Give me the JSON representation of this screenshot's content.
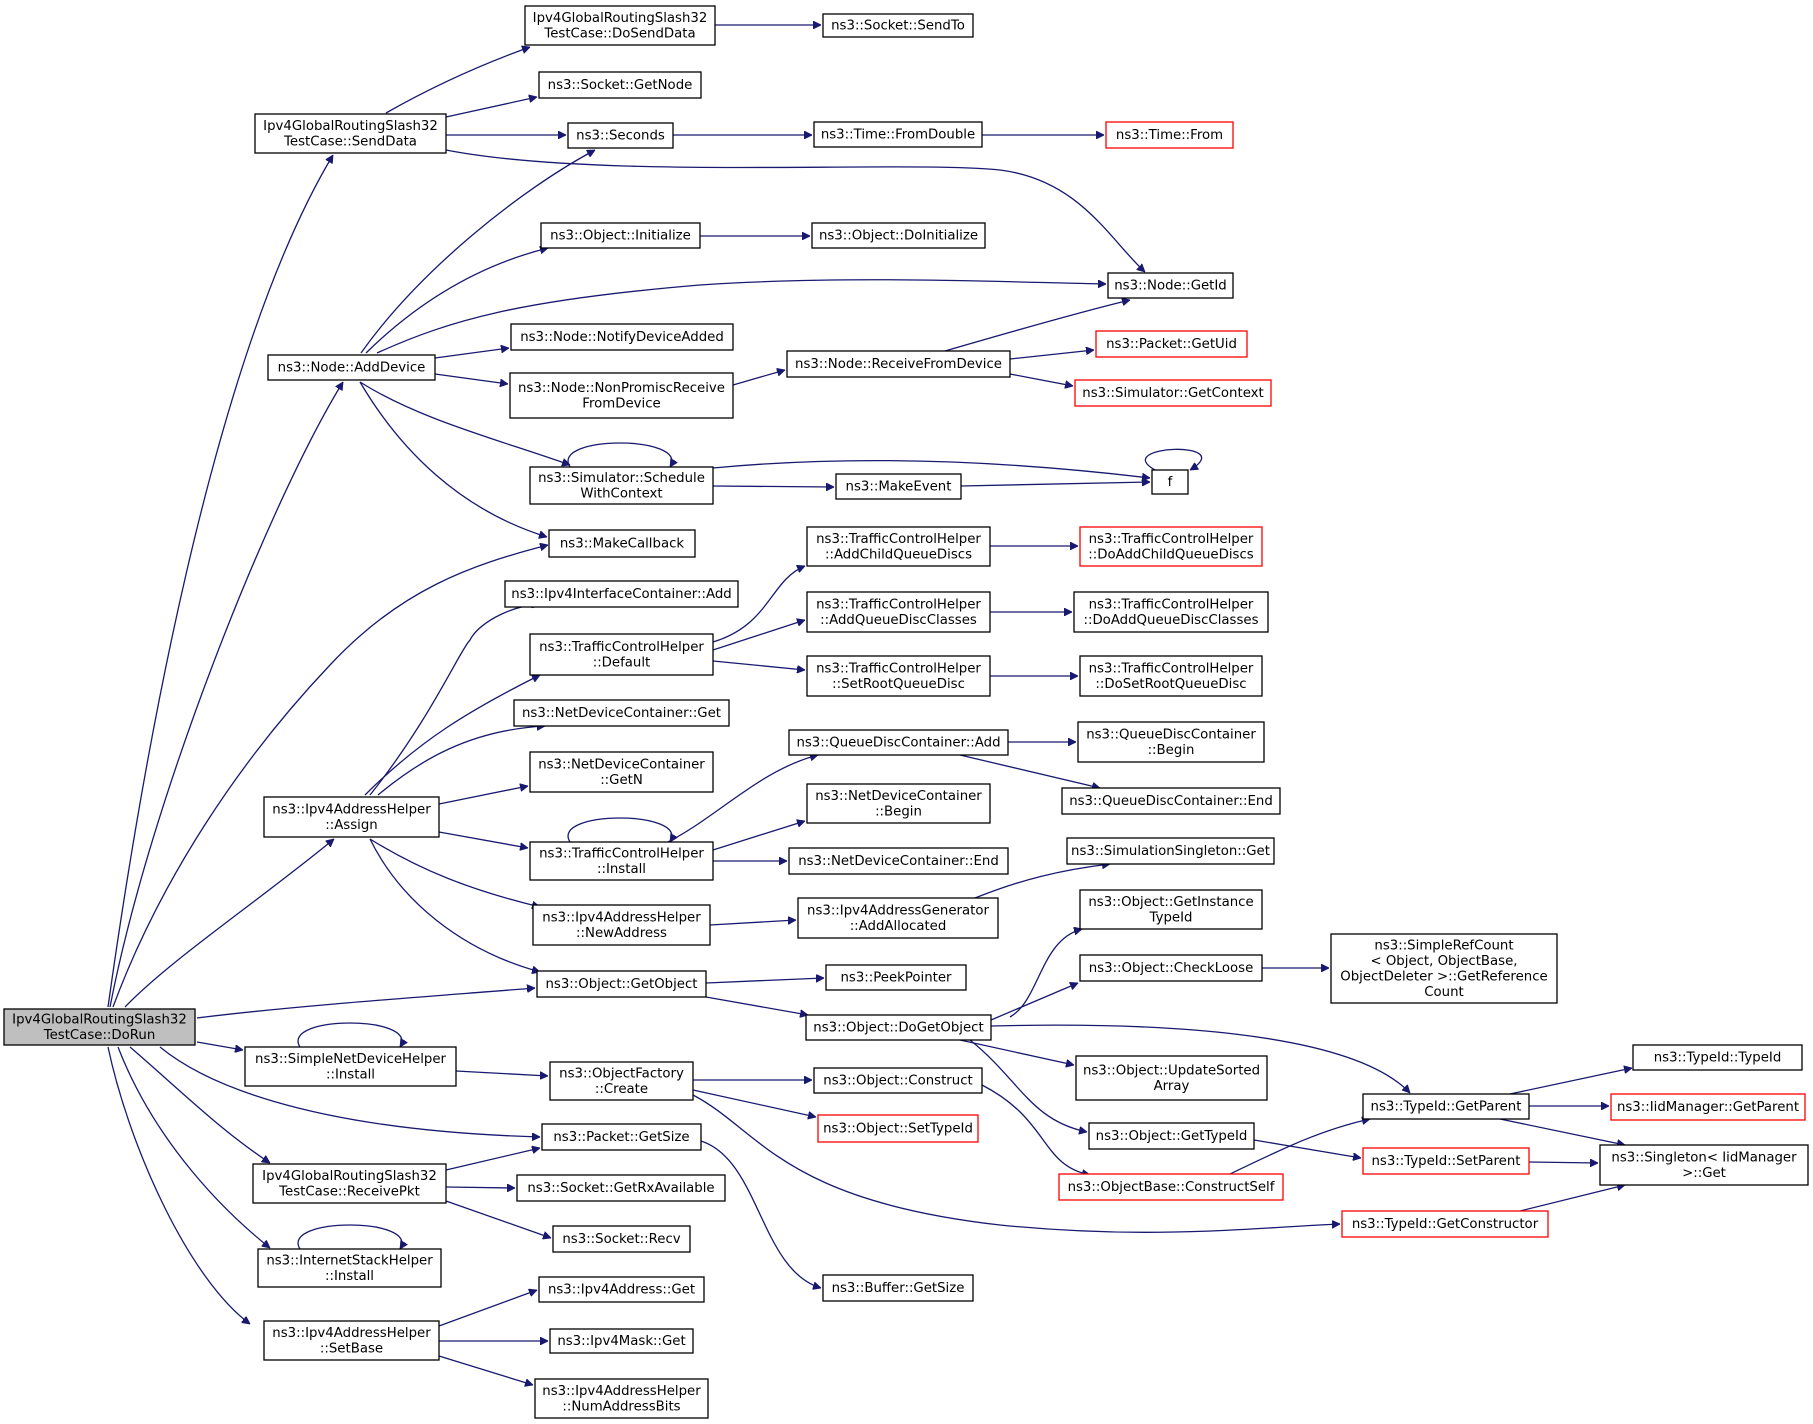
{
  "colors": {
    "edge": "#191970",
    "box_border": "#000000",
    "box_border_truncated": "#ff0000",
    "root_fill": "#bfbfbf"
  },
  "nodes": [
    {
      "id": "dorun",
      "label": [
        "Ipv4GlobalRoutingSlash32",
        "TestCase::DoRun"
      ],
      "style": "root"
    },
    {
      "id": "senddata",
      "label": [
        "Ipv4GlobalRoutingSlash32",
        "TestCase::SendData"
      ]
    },
    {
      "id": "dosenddata",
      "label": [
        "Ipv4GlobalRoutingSlash32",
        "TestCase::DoSendData"
      ]
    },
    {
      "id": "sendto",
      "label": [
        "ns3::Socket::SendTo"
      ]
    },
    {
      "id": "socketgetnode",
      "label": [
        "ns3::Socket::GetNode"
      ]
    },
    {
      "id": "seconds",
      "label": [
        "ns3::Seconds"
      ]
    },
    {
      "id": "fromdouble",
      "label": [
        "ns3::Time::FromDouble"
      ]
    },
    {
      "id": "timefrom",
      "label": [
        "ns3::Time::From"
      ],
      "style": "red"
    },
    {
      "id": "objinit",
      "label": [
        "ns3::Object::Initialize"
      ]
    },
    {
      "id": "objdoinit",
      "label": [
        "ns3::Object::DoInitialize"
      ]
    },
    {
      "id": "nodegetid",
      "label": [
        "ns3::Node::GetId"
      ]
    },
    {
      "id": "adddevice",
      "label": [
        "ns3::Node::AddDevice"
      ]
    },
    {
      "id": "notifydev",
      "label": [
        "ns3::Node::NotifyDeviceAdded"
      ]
    },
    {
      "id": "nonpromisc",
      "label": [
        "ns3::Node::NonPromiscReceive",
        "FromDevice"
      ]
    },
    {
      "id": "recvfromdev",
      "label": [
        "ns3::Node::ReceiveFromDevice"
      ]
    },
    {
      "id": "pktgetuid",
      "label": [
        "ns3::Packet::GetUid"
      ],
      "style": "red"
    },
    {
      "id": "simgetctx",
      "label": [
        "ns3::Simulator::GetContext"
      ],
      "style": "red"
    },
    {
      "id": "schedctx",
      "label": [
        "ns3::Simulator::Schedule",
        "WithContext"
      ]
    },
    {
      "id": "makeevent",
      "label": [
        "ns3::MakeEvent"
      ]
    },
    {
      "id": "f",
      "label": [
        "f"
      ]
    },
    {
      "id": "makecallback",
      "label": [
        "ns3::MakeCallback"
      ]
    },
    {
      "id": "ipv4ifcadd",
      "label": [
        "ns3::Ipv4InterfaceContainer::Add"
      ]
    },
    {
      "id": "tchdefault",
      "label": [
        "ns3::TrafficControlHelper",
        "::Default"
      ]
    },
    {
      "id": "tchaddchild",
      "label": [
        "ns3::TrafficControlHelper",
        "::AddChildQueueDiscs"
      ]
    },
    {
      "id": "tchdoaddchild",
      "label": [
        "ns3::TrafficControlHelper",
        "::DoAddChildQueueDiscs"
      ],
      "style": "red"
    },
    {
      "id": "tchaddqdc",
      "label": [
        "ns3::TrafficControlHelper",
        "::AddQueueDiscClasses"
      ]
    },
    {
      "id": "tchdoaddqdc",
      "label": [
        "ns3::TrafficControlHelper",
        "::DoAddQueueDiscClasses"
      ]
    },
    {
      "id": "tchsetroot",
      "label": [
        "ns3::TrafficControlHelper",
        "::SetRootQueueDisc"
      ]
    },
    {
      "id": "tchdosetroot",
      "label": [
        "ns3::TrafficControlHelper",
        "::DoSetRootQueueDisc"
      ]
    },
    {
      "id": "ndcget",
      "label": [
        "ns3::NetDeviceContainer::Get"
      ]
    },
    {
      "id": "ndcgetn",
      "label": [
        "ns3::NetDeviceContainer",
        "::GetN"
      ]
    },
    {
      "id": "qdcadd",
      "label": [
        "ns3::QueueDiscContainer::Add"
      ]
    },
    {
      "id": "qdcbegin",
      "label": [
        "ns3::QueueDiscContainer",
        "::Begin"
      ]
    },
    {
      "id": "qdcend",
      "label": [
        "ns3::QueueDiscContainer::End"
      ]
    },
    {
      "id": "ndcbegin",
      "label": [
        "ns3::NetDeviceContainer",
        "::Begin"
      ]
    },
    {
      "id": "ndcend",
      "label": [
        "ns3::NetDeviceContainer::End"
      ]
    },
    {
      "id": "assign",
      "label": [
        "ns3::Ipv4AddressHelper",
        "::Assign"
      ]
    },
    {
      "id": "tchinstall",
      "label": [
        "ns3::TrafficControlHelper",
        "::Install"
      ]
    },
    {
      "id": "newaddress",
      "label": [
        "ns3::Ipv4AddressHelper",
        "::NewAddress"
      ]
    },
    {
      "id": "addallocated",
      "label": [
        "ns3::Ipv4AddressGenerator",
        "::AddAllocated"
      ]
    },
    {
      "id": "simsingleton",
      "label": [
        "ns3::SimulationSingleton::Get"
      ]
    },
    {
      "id": "getinstancetid",
      "label": [
        "ns3::Object::GetInstance",
        "TypeId"
      ]
    },
    {
      "id": "checkloose",
      "label": [
        "ns3::Object::CheckLoose"
      ]
    },
    {
      "id": "simplerefcount",
      "label": [
        "ns3::SimpleRefCount",
        "< Object, ObjectBase,",
        "ObjectDeleter >::GetReference",
        "Count"
      ]
    },
    {
      "id": "getobject",
      "label": [
        "ns3::Object::GetObject"
      ]
    },
    {
      "id": "peekpointer",
      "label": [
        "ns3::PeekPointer"
      ]
    },
    {
      "id": "dogetobject",
      "label": [
        "ns3::Object::DoGetObject"
      ]
    },
    {
      "id": "updatesorted",
      "label": [
        "ns3::Object::UpdateSorted",
        "Array"
      ]
    },
    {
      "id": "objgettid",
      "label": [
        "ns3::Object::GetTypeId"
      ]
    },
    {
      "id": "tidtypeid",
      "label": [
        "ns3::TypeId::TypeId"
      ]
    },
    {
      "id": "tidgetparent",
      "label": [
        "ns3::TypeId::GetParent"
      ]
    },
    {
      "id": "iidgetparent",
      "label": [
        "ns3::IidManager::GetParent"
      ],
      "style": "red"
    },
    {
      "id": "singletonget",
      "label": [
        "ns3::Singleton< IidManager",
        ">::Get"
      ]
    },
    {
      "id": "tidsetparent",
      "label": [
        "ns3::TypeId::SetParent"
      ],
      "style": "red"
    },
    {
      "id": "constructself",
      "label": [
        "ns3::ObjectBase::ConstructSelf"
      ],
      "style": "red"
    },
    {
      "id": "tidgetctor",
      "label": [
        "ns3::TypeId::GetConstructor"
      ],
      "style": "red"
    },
    {
      "id": "simplendhinstall",
      "label": [
        "ns3::SimpleNetDeviceHelper",
        "::Install"
      ]
    },
    {
      "id": "objfactcreate",
      "label": [
        "ns3::ObjectFactory",
        "::Create"
      ]
    },
    {
      "id": "objconstruct",
      "label": [
        "ns3::Object::Construct"
      ]
    },
    {
      "id": "objsettid",
      "label": [
        "ns3::Object::SetTypeId"
      ],
      "style": "red"
    },
    {
      "id": "pktgetsize",
      "label": [
        "ns3::Packet::GetSize"
      ]
    },
    {
      "id": "receivepkt",
      "label": [
        "Ipv4GlobalRoutingSlash32",
        "TestCase::ReceivePkt"
      ]
    },
    {
      "id": "getrxavail",
      "label": [
        "ns3::Socket::GetRxAvailable"
      ]
    },
    {
      "id": "socketrecv",
      "label": [
        "ns3::Socket::Recv"
      ]
    },
    {
      "id": "bufgetsize",
      "label": [
        "ns3::Buffer::GetSize"
      ]
    },
    {
      "id": "ishinstall",
      "label": [
        "ns3::InternetStackHelper",
        "::Install"
      ]
    },
    {
      "id": "setbase",
      "label": [
        "ns3::Ipv4AddressHelper",
        "::SetBase"
      ]
    },
    {
      "id": "ipv4addrget",
      "label": [
        "ns3::Ipv4Address::Get"
      ]
    },
    {
      "id": "ipv4maskget",
      "label": [
        "ns3::Ipv4Mask::Get"
      ]
    },
    {
      "id": "numaddrbits",
      "label": [
        "ns3::Ipv4AddressHelper",
        "::NumAddressBits"
      ]
    }
  ]
}
